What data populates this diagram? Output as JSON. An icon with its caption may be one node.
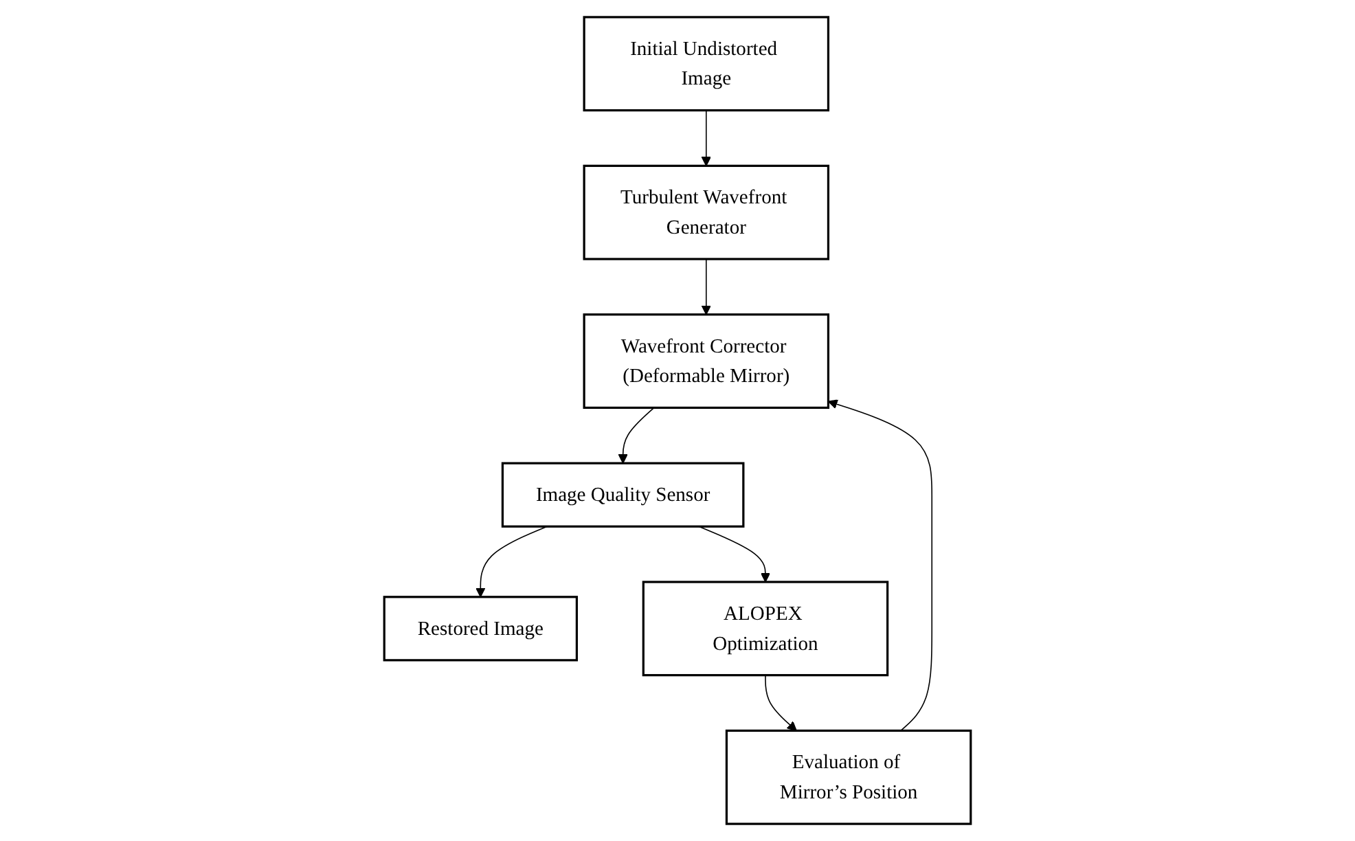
{
  "diagram": {
    "nodes": [
      {
        "text": [
          "Initial Undistorted Image"
        ]
      },
      {
        "text": [
          "Turbulent Wavefront Generator"
        ]
      },
      {
        "text": [
          "Wavefront Corrector (Deformable Mirror)"
        ]
      },
      {
        "text": [
          "Evaluation of Mirror’s Position"
        ]
      },
      {
        "text": [
          "Restored Image"
        ]
      },
      {
        "text": [
          "Image Quality Sensor"
        ]
      },
      {
        "text": [
          "ALOPEX Optimization"
        ]
      }
    ],
    "edges": [
      {
        "from": 0,
        "to": 1,
        "arrow": "to"
      },
      {
        "from": 1,
        "to": 2,
        "arrow": "to"
      },
      {
        "from": 3,
        "to": 2,
        "arrow": "to"
      },
      {
        "from": 2,
        "to": 5,
        "arrow": "to"
      },
      {
        "from": 5,
        "to": 4,
        "arrow": "to"
      },
      {
        "from": 5,
        "to": 6,
        "arrow": "to"
      },
      {
        "from": 6,
        "to": 3,
        "arrow": "to"
      }
    ]
  }
}
